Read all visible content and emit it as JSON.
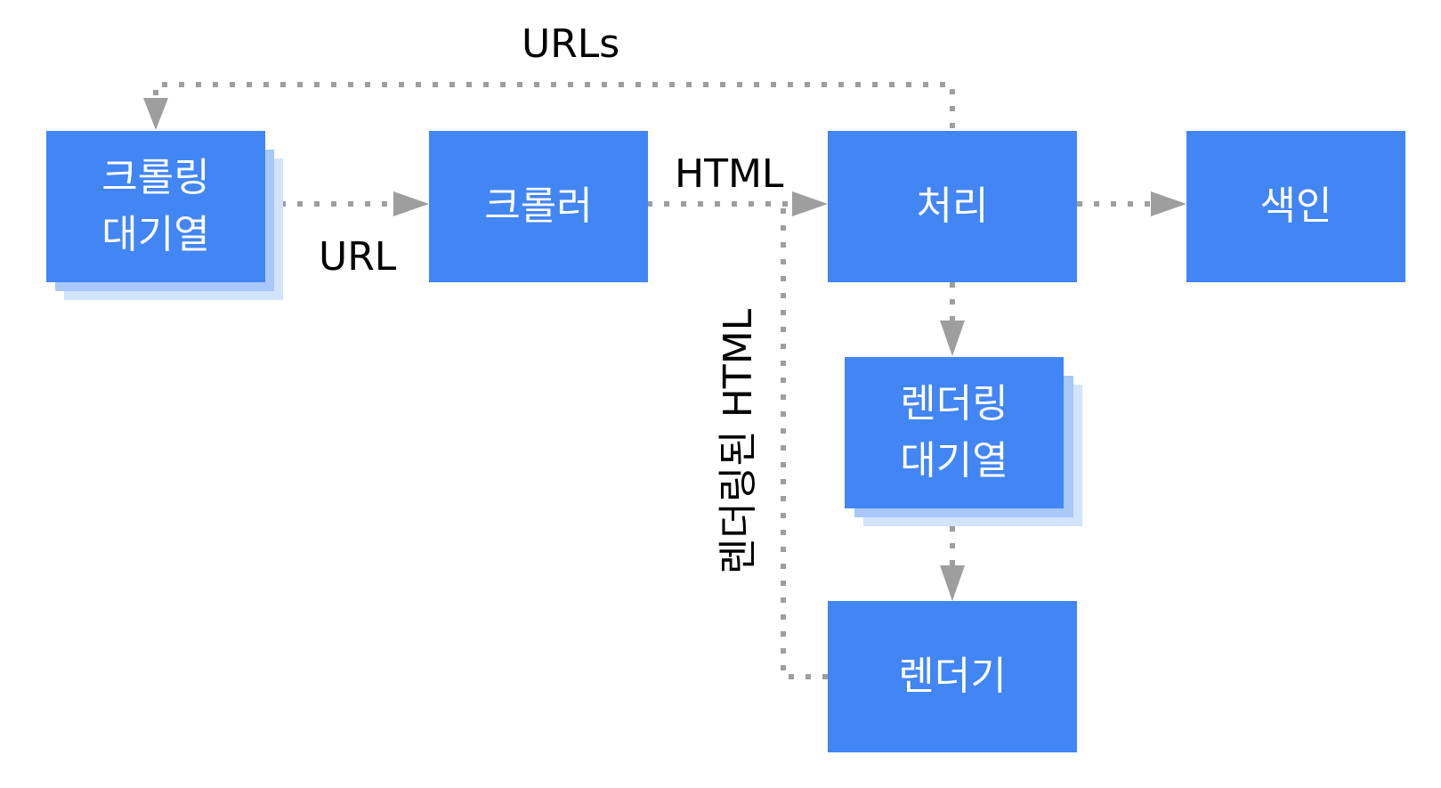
{
  "colors": {
    "node": "#4285f4",
    "stack_mid": "#a8c7fa",
    "stack_back": "#d2e3fc",
    "arrow": "#9e9e9e",
    "text": "#000000"
  },
  "nodes": {
    "crawl_queue": "크롤링\n대기열",
    "crawler": "크롤러",
    "processing": "처리",
    "index": "색인",
    "render_queue": "렌더링\n대기열",
    "renderer": "렌더기"
  },
  "edge_labels": {
    "urls": "URLs",
    "url": "URL",
    "html": "HTML",
    "rendered_html": "렌더링된 HTML"
  }
}
